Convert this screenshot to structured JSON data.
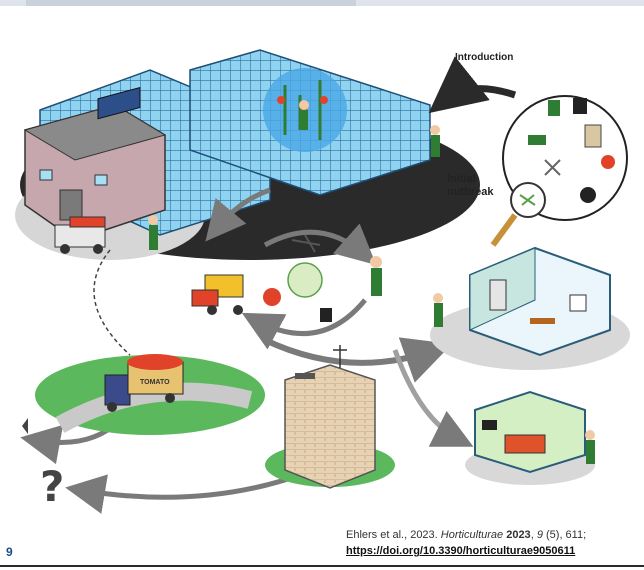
{
  "labels": {
    "introduction": "Introduction",
    "initial_outbreak_line1": "Initial",
    "initial_outbreak_line2": "outbreak",
    "question_mark": "?",
    "truck_sign": "TOMATO"
  },
  "citation": {
    "text_part1": "Ehlers et al., 2023. ",
    "journal": "Horticulturae",
    "year": "2023",
    "volume": "9",
    "issue_pages": "(5), 611;",
    "doi_link": "https://doi.org/10.3390/horticulturae9050611"
  },
  "page_number": "9",
  "colors": {
    "greenhouse_glass": "#8fd3f0",
    "greenhouse_frame": "#2d6fa0",
    "platform": "#2a2a2a",
    "grass": "#5cb85c",
    "arrow": "#7a7a7a",
    "tomato": "#e0432a",
    "page_number": "#1a4a8c"
  }
}
